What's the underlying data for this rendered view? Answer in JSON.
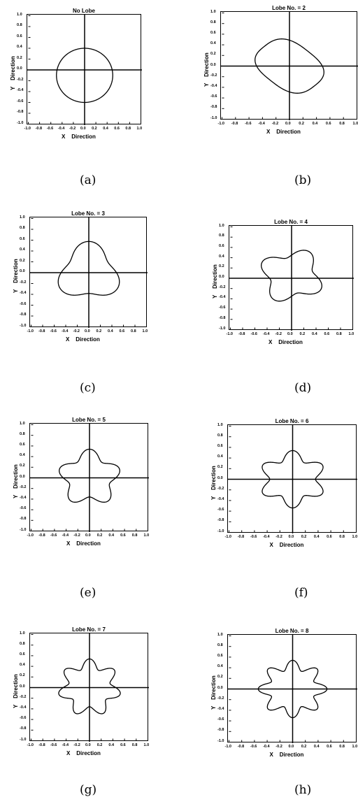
{
  "chart_data": [
    {
      "type": "line",
      "panel": "a",
      "title": "No Lobe",
      "xlabel": "X    Direction",
      "ylabel": "Y    Direction",
      "lobes": 0,
      "amplitude": 0.0,
      "radius": 0.5,
      "center": [
        0.0,
        -0.1
      ],
      "xlim": [
        -1,
        1
      ],
      "ylim": [
        -1,
        1
      ],
      "ticks": [
        -1.0,
        -0.8,
        -0.6,
        -0.4,
        -0.2,
        0.0,
        0.2,
        0.4,
        0.6,
        0.8,
        1.0
      ],
      "caption": "(a)"
    },
    {
      "type": "line",
      "panel": "b",
      "title": "Lobe No. = 2",
      "xlabel": "X    Direction",
      "ylabel": "Y    Direction",
      "lobes": 2,
      "amplitude": 0.28,
      "radius": 0.5,
      "center": [
        0.0,
        0.0
      ],
      "rotation_deg": 45,
      "xlim": [
        -1,
        1
      ],
      "ylim": [
        -1,
        1
      ],
      "ticks": [
        -1.0,
        -0.8,
        -0.6,
        -0.4,
        -0.2,
        0.0,
        0.2,
        0.4,
        0.6,
        0.8,
        1.0
      ],
      "caption": "(b)"
    },
    {
      "type": "line",
      "panel": "c",
      "title": "Lobe No. = 3",
      "xlabel": "X    Direction",
      "ylabel": "Y    Direction",
      "lobes": 3,
      "amplitude": 0.2,
      "radius": 0.48,
      "center": [
        0.0,
        0.0
      ],
      "rotation_deg": 90,
      "xlim": [
        -1,
        1
      ],
      "ylim": [
        -1,
        1
      ],
      "ticks": [
        -1.0,
        -0.8,
        -0.6,
        -0.4,
        -0.2,
        0.0,
        0.2,
        0.4,
        0.6,
        0.8,
        1.0
      ],
      "caption": "(c)"
    },
    {
      "type": "line",
      "panel": "d",
      "title": "Lobe No. = 4",
      "xlabel": "X    Direction",
      "ylabel": "Y    Direction",
      "lobes": 4,
      "amplitude": 0.22,
      "radius": 0.45,
      "center": [
        0.0,
        0.05
      ],
      "rotation_deg": 60,
      "xlim": [
        -1,
        1
      ],
      "ylim": [
        -1,
        1
      ],
      "ticks": [
        -1.0,
        -0.8,
        -0.6,
        -0.4,
        -0.2,
        0.0,
        0.2,
        0.4,
        0.6,
        0.8,
        1.0
      ],
      "caption": "(d)"
    },
    {
      "type": "line",
      "panel": "e",
      "title": "Lobe No. = 5",
      "xlabel": "X    Direction",
      "ylabel": "Y    Direction",
      "lobes": 5,
      "amplitude": 0.2,
      "radius": 0.45,
      "center": [
        0.0,
        0.0
      ],
      "rotation_deg": 90,
      "xlim": [
        -1,
        1
      ],
      "ylim": [
        -1,
        1
      ],
      "ticks": [
        -1.0,
        -0.8,
        -0.6,
        -0.4,
        -0.2,
        0.0,
        0.2,
        0.4,
        0.6,
        0.8,
        1.0
      ],
      "caption": "(e)"
    },
    {
      "type": "line",
      "panel": "f",
      "title": "Lobe No. = 6",
      "xlabel": "X    Direction",
      "ylabel": "Y    Direction",
      "lobes": 6,
      "amplitude": 0.2,
      "radius": 0.45,
      "center": [
        0.0,
        0.0
      ],
      "rotation_deg": 90,
      "xlim": [
        -1,
        1
      ],
      "ylim": [
        -1,
        1
      ],
      "ticks": [
        -1.0,
        -0.8,
        -0.6,
        -0.4,
        -0.2,
        0.0,
        0.2,
        0.4,
        0.6,
        0.8,
        1.0
      ],
      "caption": "(f)"
    },
    {
      "type": "line",
      "panel": "g",
      "title": "Lobe No. = 7",
      "xlabel": "X    Direction",
      "ylabel": "Y    Direction",
      "lobes": 7,
      "amplitude": 0.2,
      "radius": 0.45,
      "center": [
        0.0,
        0.0
      ],
      "rotation_deg": 90,
      "xlim": [
        -1,
        1
      ],
      "ylim": [
        -1,
        1
      ],
      "ticks": [
        -1.0,
        -0.8,
        -0.6,
        -0.4,
        -0.2,
        0.0,
        0.2,
        0.4,
        0.6,
        0.8,
        1.0
      ],
      "caption": "(g)"
    },
    {
      "type": "line",
      "panel": "h",
      "title": "Lobe No. = 8",
      "xlabel": "X    Direction",
      "ylabel": "Y    Direction",
      "lobes": 8,
      "amplitude": 0.2,
      "radius": 0.45,
      "center": [
        0.0,
        0.0
      ],
      "rotation_deg": 90,
      "xlim": [
        -1,
        1
      ],
      "ylim": [
        -1,
        1
      ],
      "ticks": [
        -1.0,
        -0.8,
        -0.6,
        -0.4,
        -0.2,
        0.0,
        0.2,
        0.4,
        0.6,
        0.8,
        1.0
      ],
      "caption": "(h)"
    }
  ]
}
